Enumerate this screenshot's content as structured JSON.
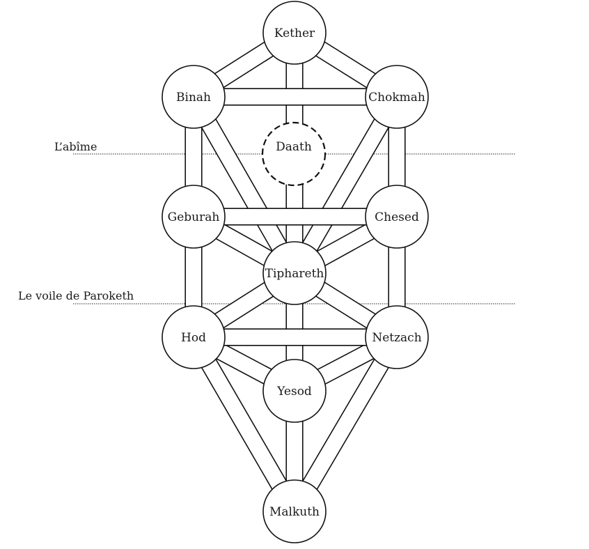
{
  "title": "Arbre de vie (Tree of Life)",
  "colors": {
    "stroke": "#111111",
    "background": "#ffffff",
    "text": "#1a1a1a"
  },
  "sephiroth": [
    {
      "id": "kether",
      "label": "Kether",
      "dashed": false
    },
    {
      "id": "binah",
      "label": "Binah",
      "dashed": false
    },
    {
      "id": "chokmah",
      "label": "Chokmah",
      "dashed": false
    },
    {
      "id": "daath",
      "label": "Daath",
      "dashed": true
    },
    {
      "id": "geburah",
      "label": "Geburah",
      "dashed": false
    },
    {
      "id": "chesed",
      "label": "Chesed",
      "dashed": false
    },
    {
      "id": "tiphareth",
      "label": "Tiphareth",
      "dashed": false
    },
    {
      "id": "hod",
      "label": "Hod",
      "dashed": false
    },
    {
      "id": "netzach",
      "label": "Netzach",
      "dashed": false
    },
    {
      "id": "yesod",
      "label": "Yesod",
      "dashed": false
    },
    {
      "id": "malkuth",
      "label": "Malkuth",
      "dashed": false
    }
  ],
  "paths": [
    [
      "kether",
      "binah"
    ],
    [
      "kether",
      "chokmah"
    ],
    [
      "kether",
      "tiphareth"
    ],
    [
      "binah",
      "geburah"
    ],
    [
      "binah",
      "tiphareth"
    ],
    [
      "chokmah",
      "chesed"
    ],
    [
      "chokmah",
      "tiphareth"
    ],
    [
      "geburah",
      "tiphareth"
    ],
    [
      "geburah",
      "hod"
    ],
    [
      "chesed",
      "tiphareth"
    ],
    [
      "chesed",
      "netzach"
    ],
    [
      "tiphareth",
      "hod"
    ],
    [
      "tiphareth",
      "netzach"
    ],
    [
      "tiphareth",
      "yesod"
    ],
    [
      "hod",
      "yesod"
    ],
    [
      "hod",
      "malkuth"
    ],
    [
      "netzach",
      "yesod"
    ],
    [
      "netzach",
      "malkuth"
    ],
    [
      "yesod",
      "malkuth"
    ],
    [
      "binah",
      "chokmah"
    ],
    [
      "geburah",
      "chesed"
    ],
    [
      "hod",
      "netzach"
    ]
  ],
  "veils": [
    {
      "id": "abyss",
      "label": "L’abîme"
    },
    {
      "id": "paroketh",
      "label": "Le voile de Paroketh"
    }
  ]
}
